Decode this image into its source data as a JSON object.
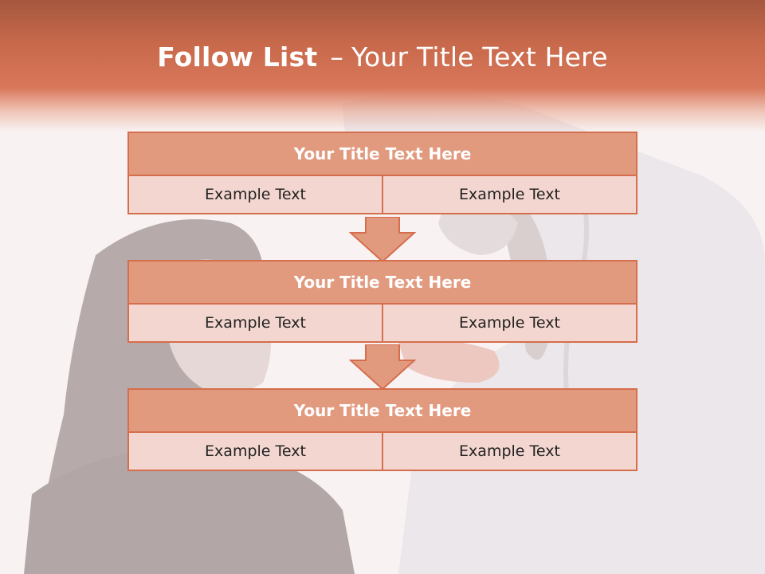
{
  "slide": {
    "title_bold": "Follow List",
    "title_dash": "–",
    "title_rest": "Your Title Text Here"
  },
  "blocks": [
    {
      "title": "Your Title Text Here",
      "cells": [
        "Example Text",
        "Example Text"
      ]
    },
    {
      "title": "Your Title Text Here",
      "cells": [
        "Example Text",
        "Example Text"
      ]
    },
    {
      "title": "Your Title Text Here",
      "cells": [
        "Example Text",
        "Example Text"
      ]
    }
  ],
  "colors": {
    "header": "#c8694b",
    "block_title": "#e29a7f",
    "block_border": "#d56e4c",
    "cell_fill": "#f4d6d0"
  }
}
